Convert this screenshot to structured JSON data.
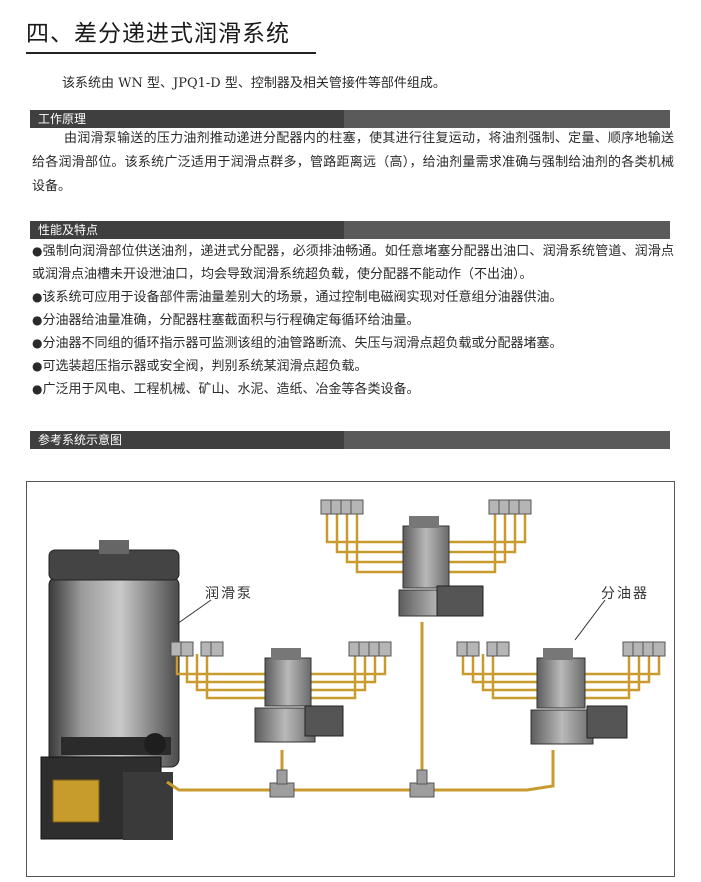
{
  "section_title": "四、差分递进式润滑系统",
  "intro": "该系统由 WN 型、JPQ1-D 型、控制器及相关管接件等部件组成。",
  "headings": {
    "principle": "工作原理",
    "features": "性能及特点",
    "diagram": "参考系统示意图"
  },
  "principle_text": "由润滑泵输送的压力油剂推动递进分配器内的柱塞，使其进行往复运动，将油剂强制、定量、顺序地输送给各润滑部位。该系统广泛适用于润滑点群多，管路距离远（高），给油剂量需求准确与强制给油剂的各类机械设备。",
  "features": [
    "强制向润滑部位供送油剂，递进式分配器，必须排油畅通。如任意堵塞分配器出油口、润滑系统管道、润滑点或润滑点油槽未开设泄油口，均会导致润滑系统超负载，使分配器不能动作（不出油）。",
    "该系统可应用于设备部件需油量差别大的场景，通过控制电磁阀实现对任意组分油器供油。",
    "分油器给油量准确，分配器柱塞截面积与行程确定每循环给油量。",
    "分油器不同组的循环指示器可监测该组的油管路断流、失压与润滑点超负载或分配器堵塞。",
    "可选装超压指示器或安全阀，判别系统某润滑点超负载。",
    "广泛用于风电、工程机械、矿山、水泥、造纸、冶金等各类设备。"
  ],
  "bullet_glyph": "●",
  "diagram_labels": {
    "pump": "润滑泵",
    "distributor": "分油器"
  },
  "colors": {
    "pipe": "#c99a2e",
    "bar": "#5a5a5a",
    "metal": "#8c8c8c"
  }
}
